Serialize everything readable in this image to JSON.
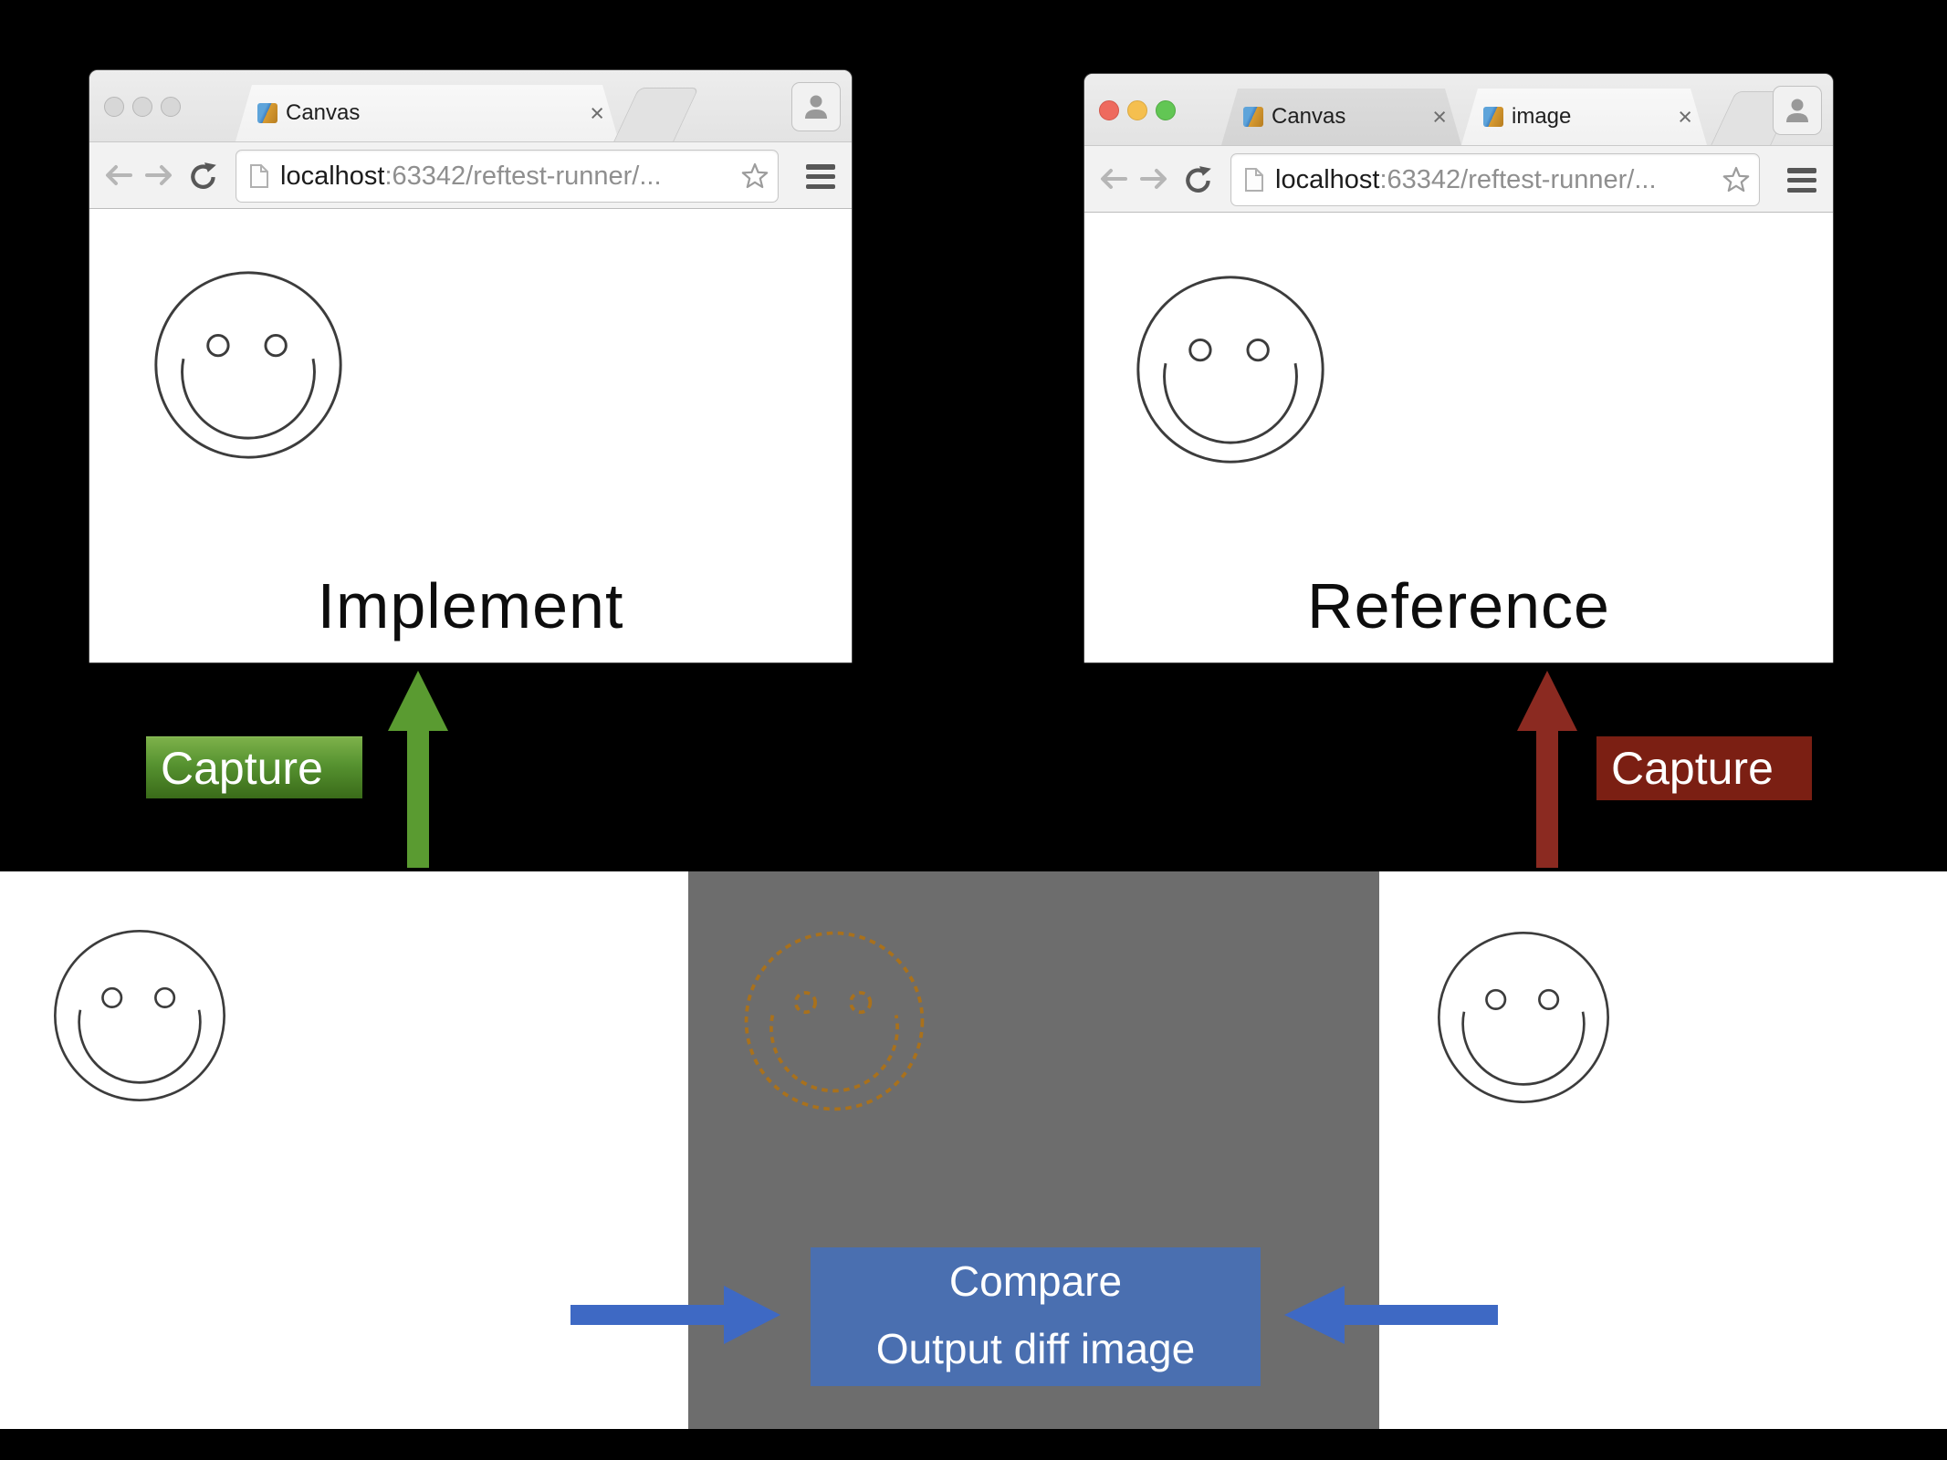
{
  "diagram": {
    "implement_window": {
      "tabs": [
        {
          "title": "Canvas",
          "close_glyph": "×"
        }
      ],
      "url": {
        "host": "localhost",
        "path": ":63342/reftest-runner/..."
      },
      "caption": "Implement"
    },
    "reference_window": {
      "tabs": [
        {
          "title": "Canvas",
          "close_glyph": "×"
        },
        {
          "title": "image",
          "close_glyph": "×"
        }
      ],
      "url": {
        "host": "localhost",
        "path": ":63342/reftest-runner/..."
      },
      "caption": "Reference"
    },
    "capture_left_label": "Capture",
    "capture_right_label": "Capture",
    "compare_box": {
      "line1": "Compare",
      "line2": "Output diff image"
    }
  },
  "colors": {
    "capture_green_arrow": "#5a9b31",
    "capture_green_box": "#569230",
    "capture_red_arrow": "#8b2a21",
    "capture_red_box": "#7b1f13",
    "compare_blue_box": "#4a6fb0",
    "compare_blue_arrow": "#3e69c4",
    "diff_panel_bg": "#6d6d6d",
    "diff_outline": "#a9711c",
    "smiley_outline": "#3c3c3c"
  }
}
